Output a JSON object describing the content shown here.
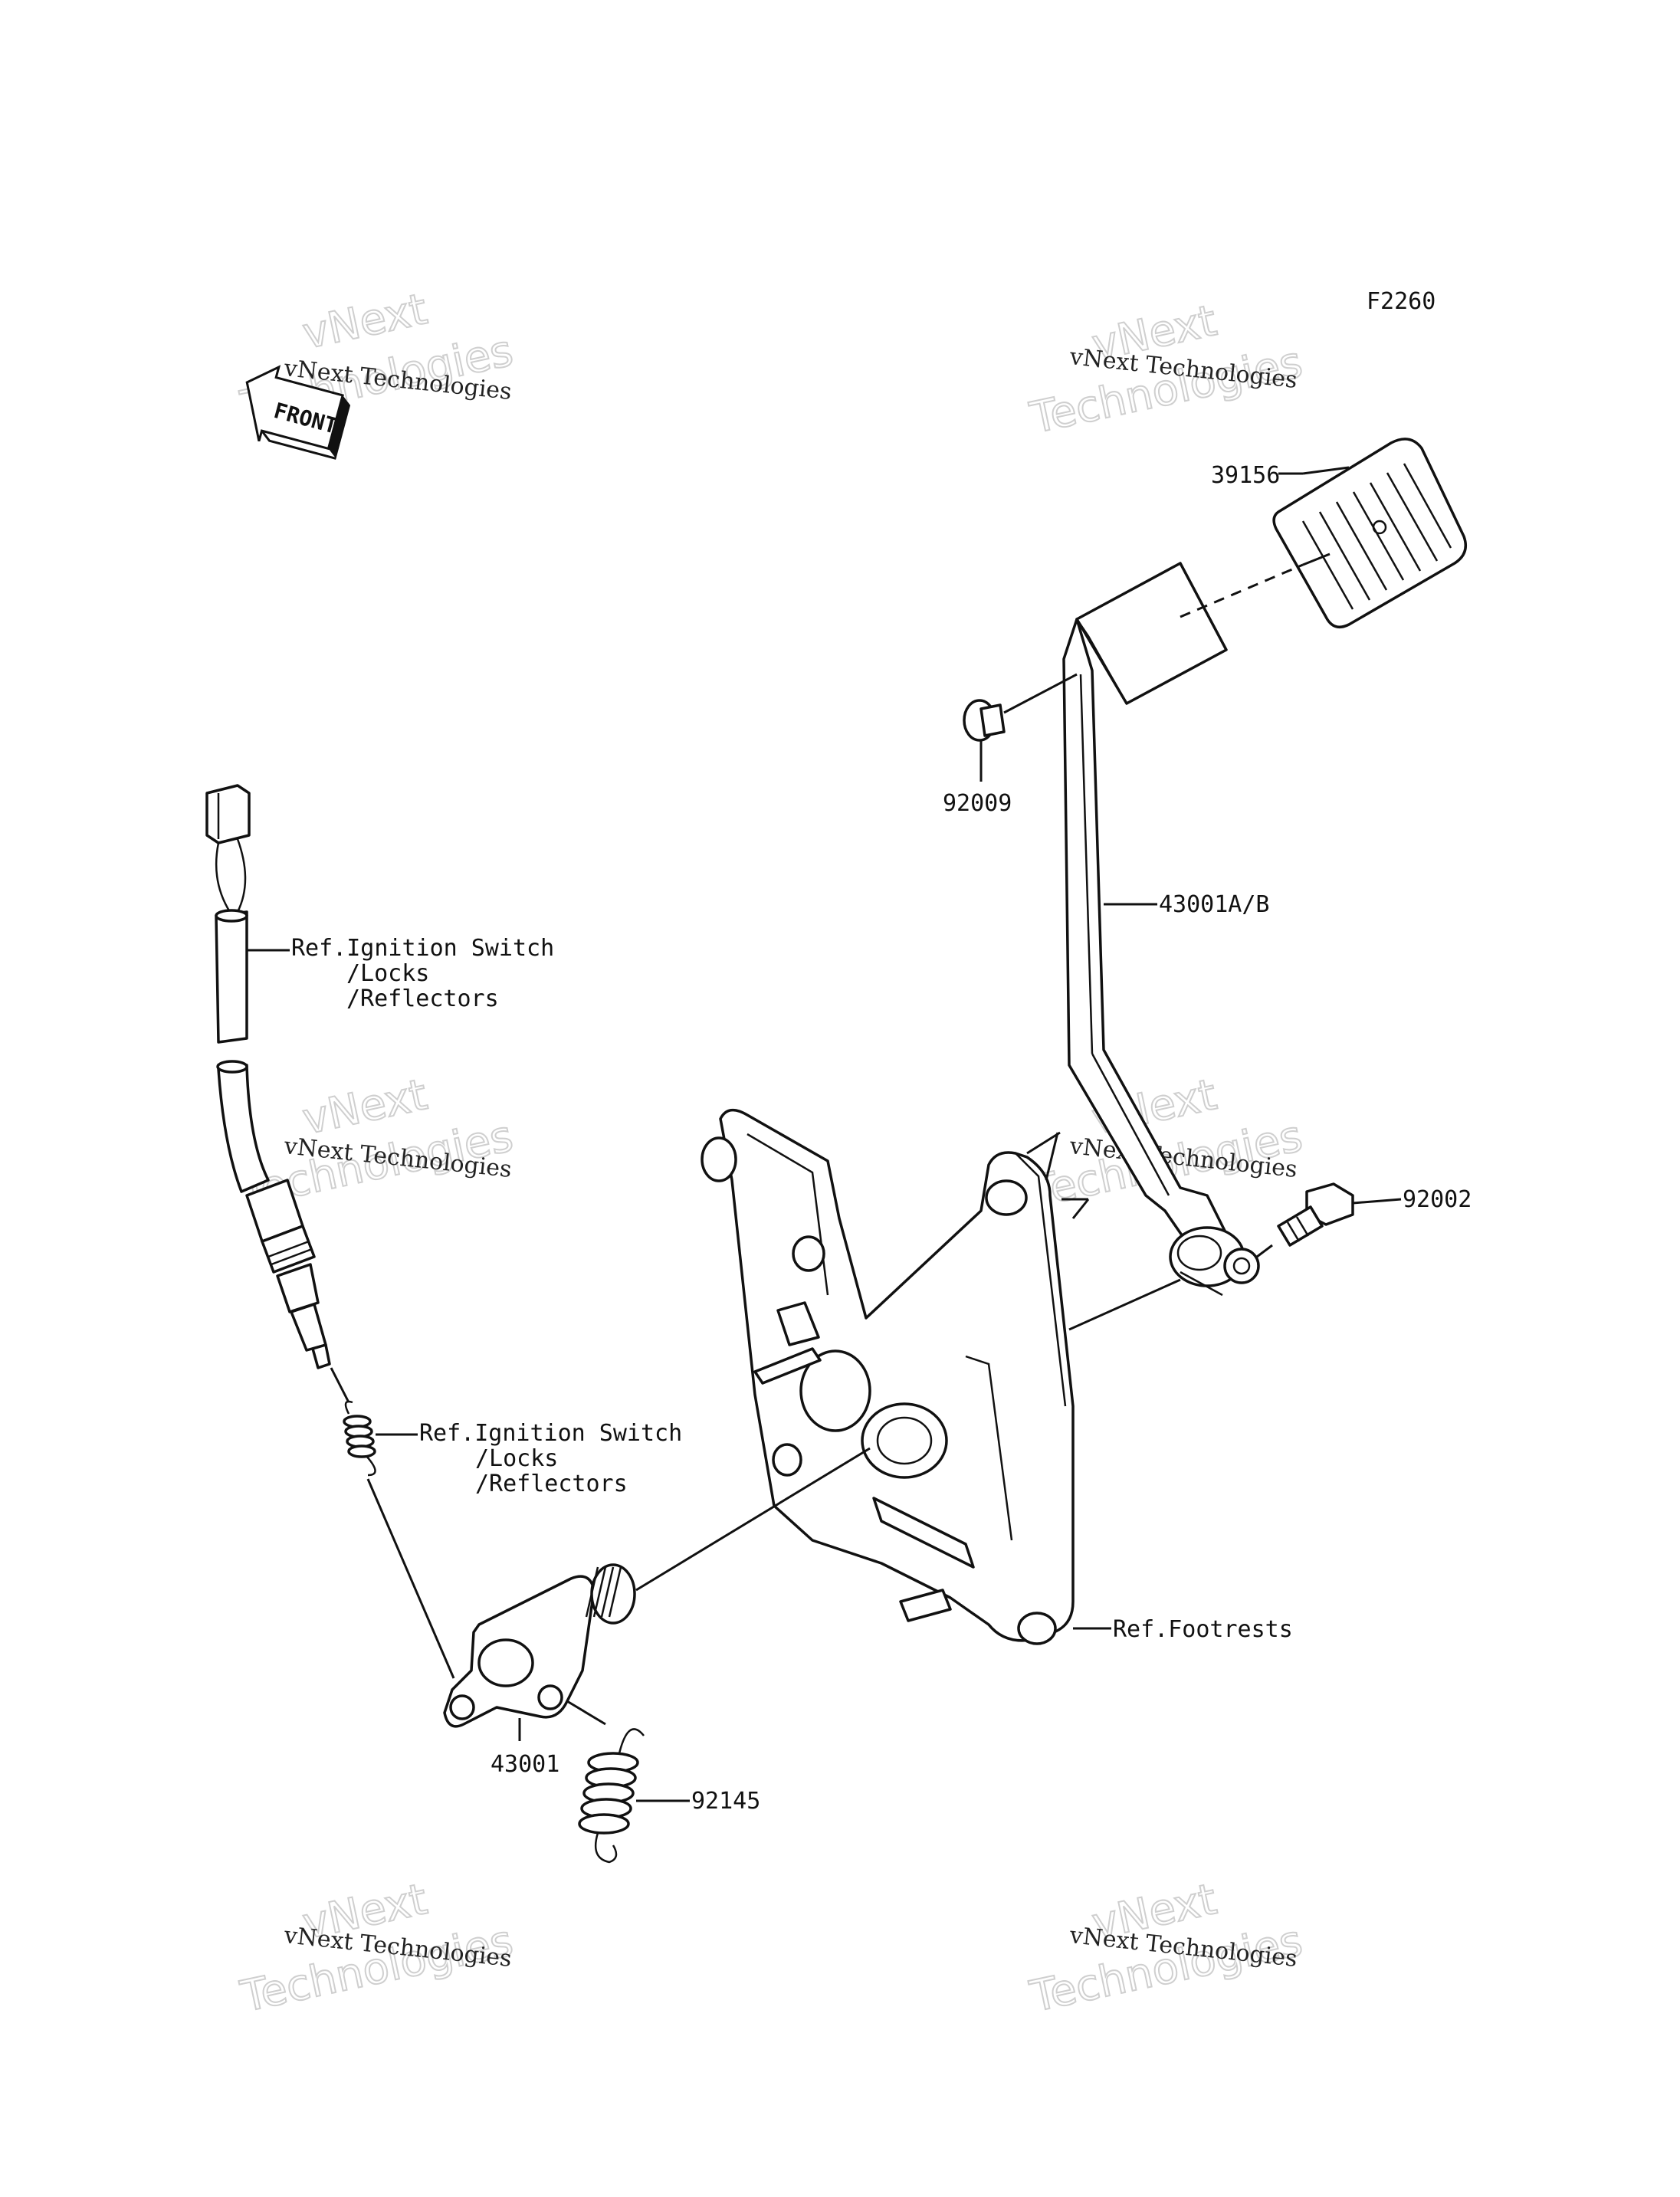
{
  "figure_code": "F2260",
  "watermark": {
    "line1": "vNext",
    "line2": "Technologies",
    "small": "vNext Technologies"
  },
  "front_badge": "FRONT",
  "labels": {
    "pad": "39156",
    "nut": "92009",
    "pedal": "43001A/B",
    "bolt": "92002",
    "switch_ref": [
      "Ref.Ignition Switch",
      "/Locks",
      "/Reflectors"
    ],
    "spring_ref": [
      "Ref.Ignition Switch",
      "/Locks",
      "/Reflectors"
    ],
    "footrests_ref": "Ref.Footrests",
    "lever": "43001",
    "spring": "92145"
  },
  "colors": {
    "line": "#111111",
    "watermark": "#cfcfcf"
  }
}
